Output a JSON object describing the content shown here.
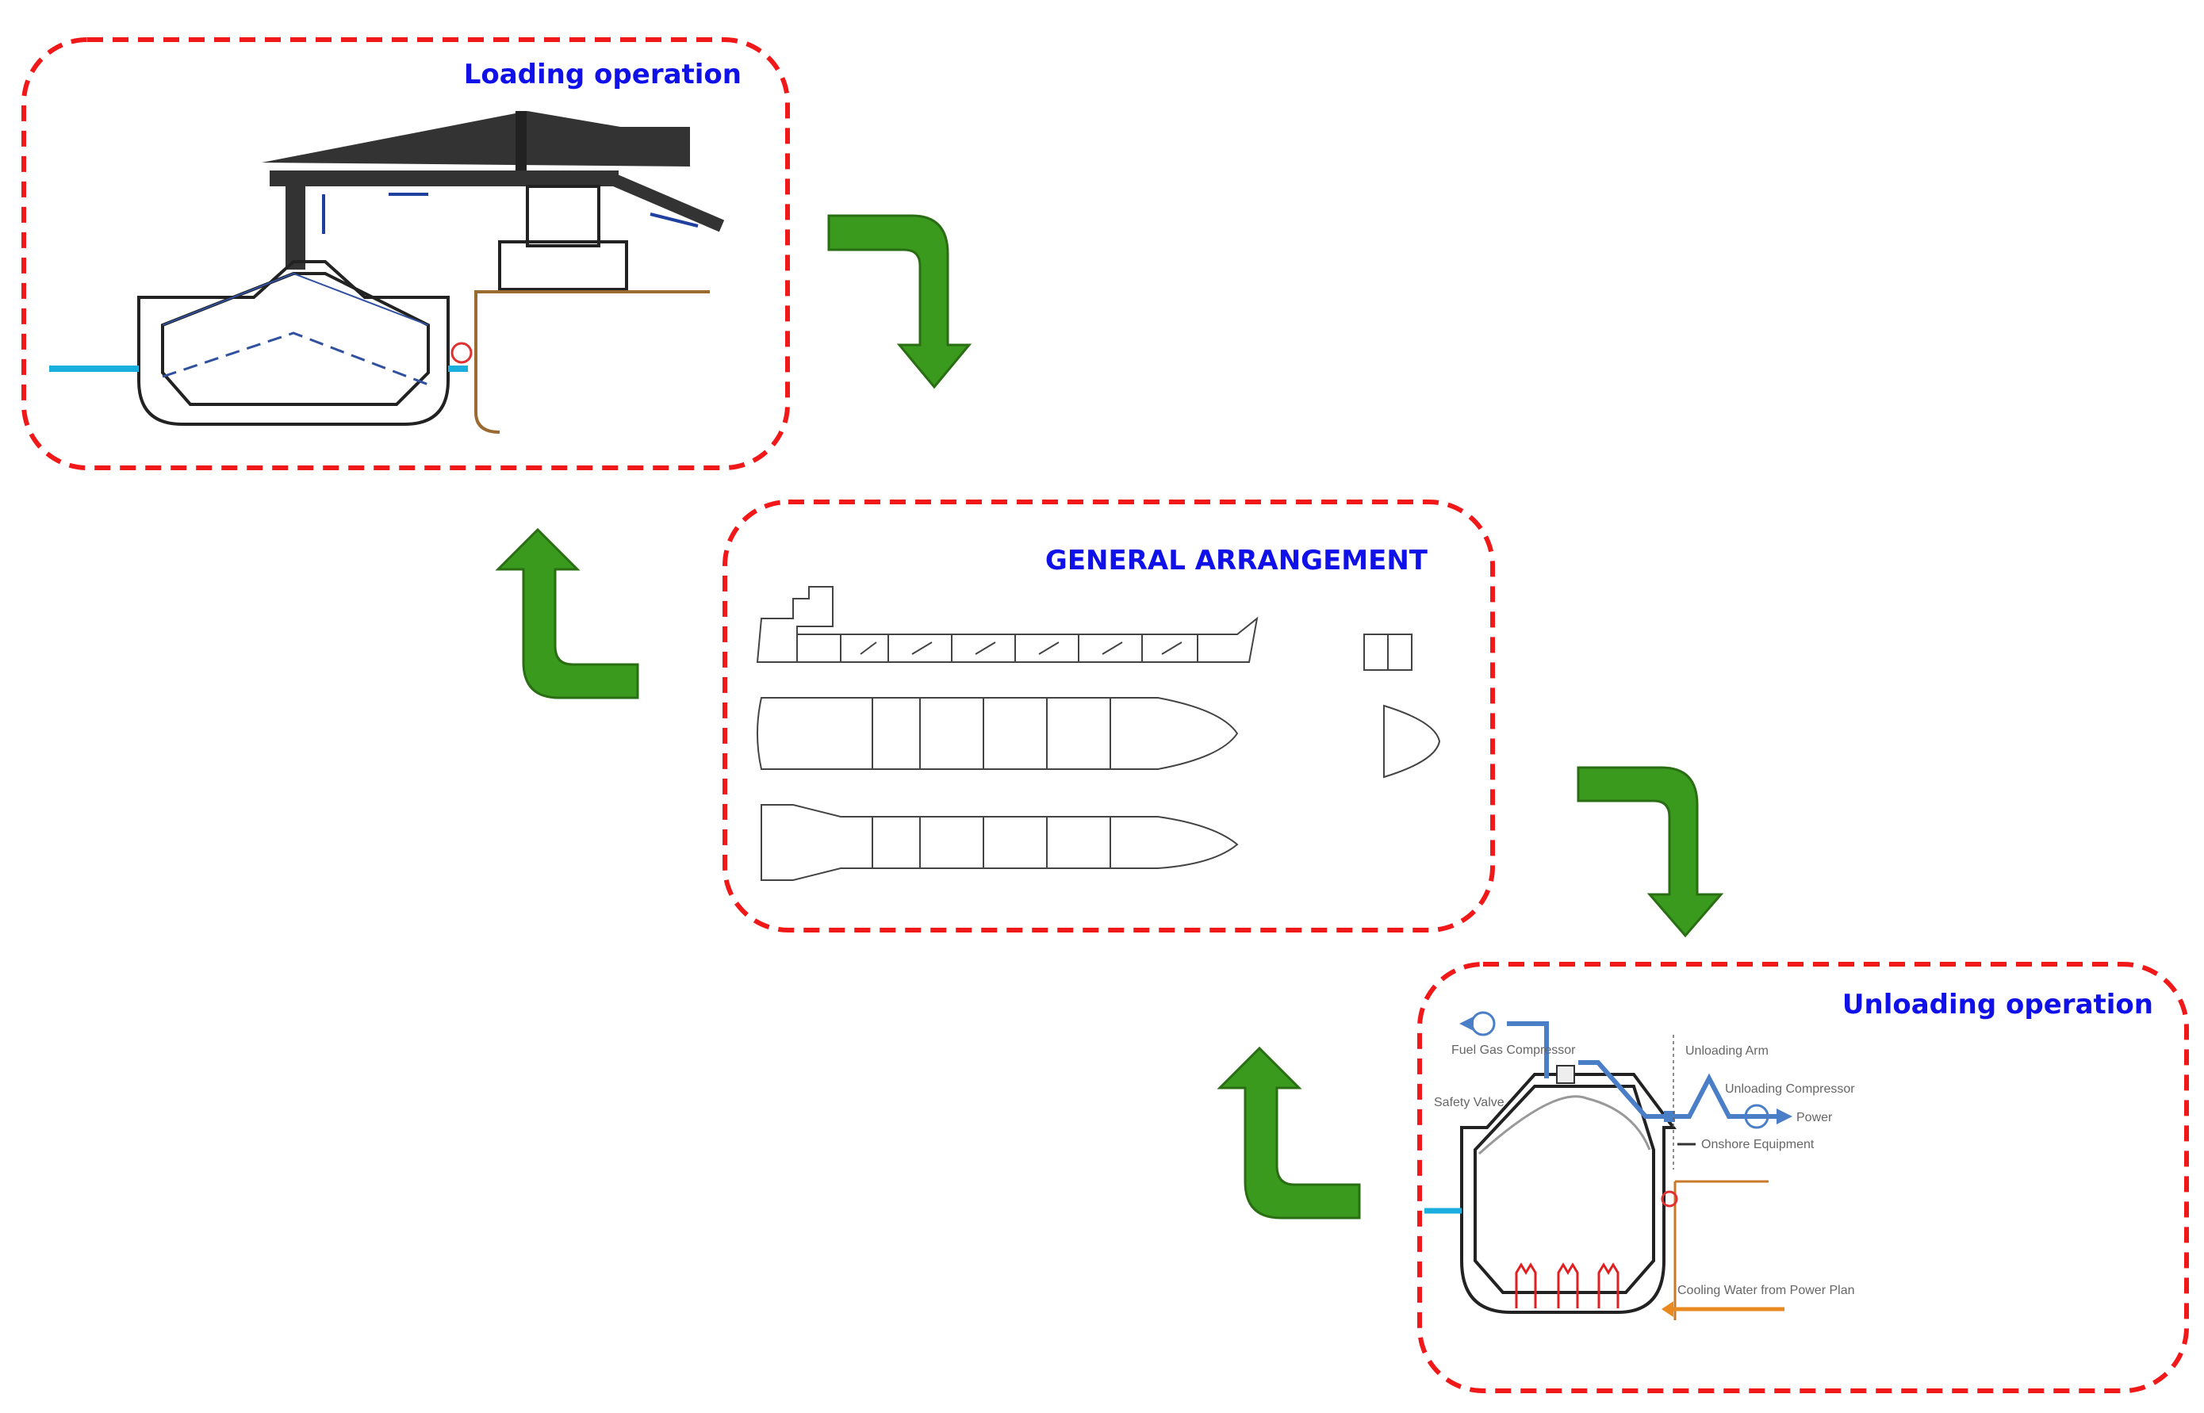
{
  "panels": {
    "loading": {
      "title": "Loading operation"
    },
    "general": {
      "title": "GENERAL ARRANGEMENT"
    },
    "unloading": {
      "title": "Unloading operation",
      "labels": {
        "fuel_gas_compressor": "Fuel Gas Compressor",
        "safety_valve": "Safety Valve",
        "unloading_arm": "Unloading Arm",
        "unloading_compressor": "Unloading Compressor",
        "power": "Power",
        "onshore_equipment": "Onshore Equipment",
        "cooling_water": "Cooling Water from Power Plan"
      }
    }
  },
  "colors": {
    "panel_border": "#f01818",
    "title": "#1010e8",
    "arrow": "#3a9a1e"
  }
}
